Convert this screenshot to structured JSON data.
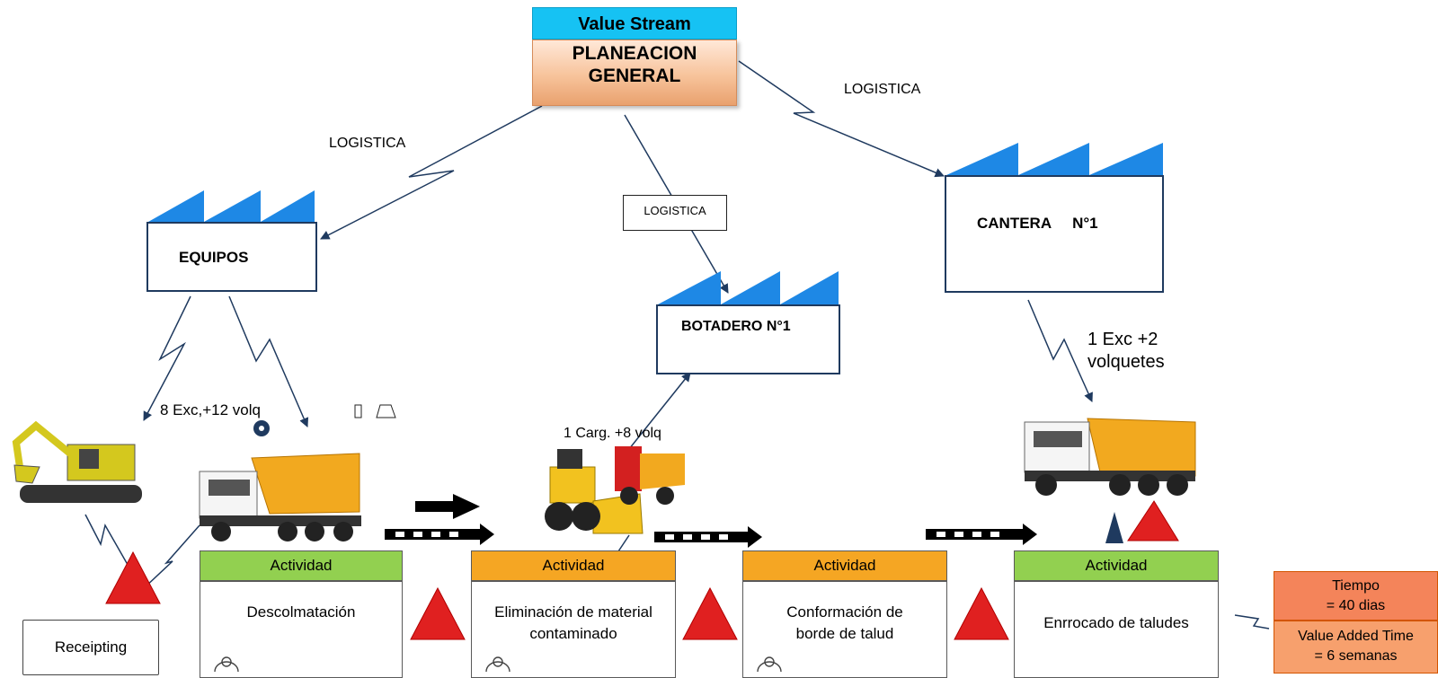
{
  "value_stream": {
    "header": "Value Stream",
    "title": "PLANEACION\nGENERAL"
  },
  "logistics": [
    "LOGISTICA",
    "LOGISTICA",
    "LOGISTICA"
  ],
  "plants": {
    "equipos": "EQUIPOS",
    "botadero": "BOTADERO  N°1",
    "cantera": "CANTERA     N°1"
  },
  "resources": {
    "equipos": "8 Exc,+12 volq",
    "botadero": "1 Carg. +8 volq",
    "cantera": "1 Exc +2\nvolquetes"
  },
  "activities": [
    {
      "header": "Actividad",
      "desc": "Descolmatación"
    },
    {
      "header": "Actividad",
      "desc": "Eliminación de material\ncontaminado"
    },
    {
      "header": "Actividad",
      "desc": "Conformación de\nborde de  talud"
    },
    {
      "header": "Actividad",
      "desc": "Enrrocado de taludes"
    }
  ],
  "receipting": "Receipting",
  "timeline": {
    "total": "Tiempo\n= 40 dias",
    "value_added": "Value Added Time\n= 6 semanas"
  },
  "colors": {
    "vs_header": "#16c2f3",
    "activity_green": "#92d050",
    "activity_orange": "#f5a623",
    "plant_roof": "#1e88e5",
    "inventory_red": "#e02020",
    "timeline_orange": "#f4845a"
  },
  "icons": [
    "factory-icon",
    "excavator-icon",
    "dump-truck-icon",
    "wheel-loader-icon",
    "inventory-triangle-icon",
    "push-arrow-icon",
    "operator-icon",
    "lightning-arrow-icon"
  ]
}
